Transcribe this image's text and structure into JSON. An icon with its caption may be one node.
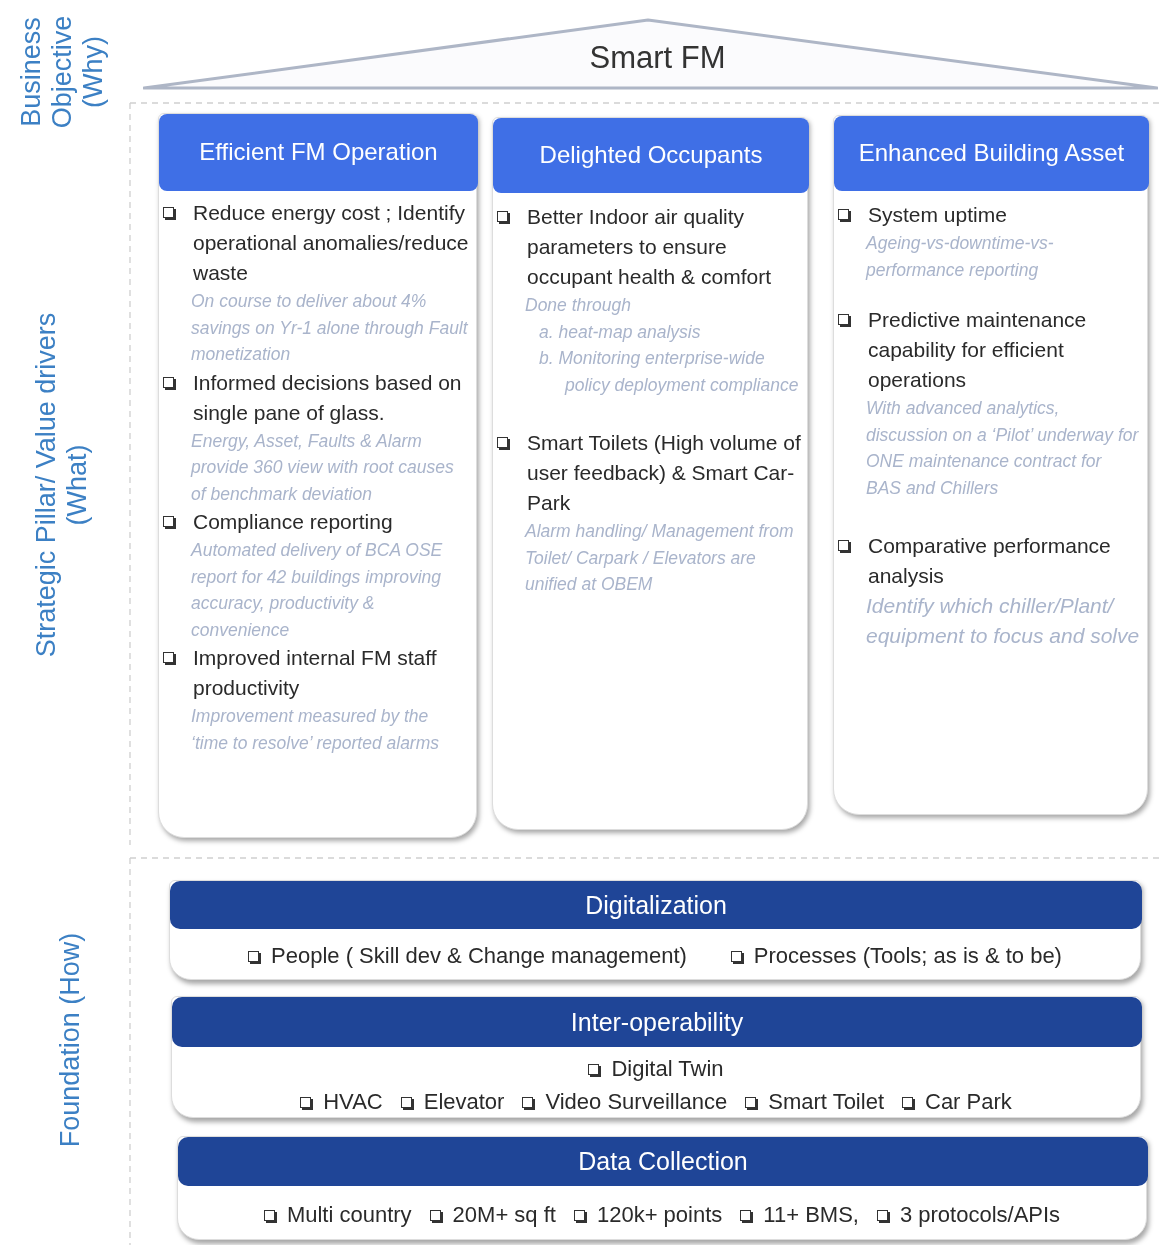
{
  "diagram": {
    "nodes": [
      {
        "text": [
          "Smart FM"
        ]
      },
      {
        "text": [
          "Reduce energy cost ; Identify operational anomalies/reduce waste",
          "On course to deliver about 4% savings on Yr-1 alone through Fault monetization",
          "Informed decisions based on single pane of glass.",
          "Energy, Asset, Faults & Alarm provide 360 view with root causes of benchmark deviation",
          "Compliance reporting",
          "Automated delivery of BCA OSE report for 42 buildings improving accuracy, productivity & convenience",
          "Improved internal FM staff productivity",
          "Improvement measured by the ‘time to resolve’ reported alarms"
        ]
      },
      {
        "text": [
          "Efficient FM Operation"
        ],
        "in": 1
      },
      {
        "text": [
          "Better Indoor air quality parameters to ensure occupant health & comfort",
          "Done through",
          "a. heat-map analysis",
          "b. Monitoring enterprise-wide policy deployment compliance",
          "Smart Toilets (High volume of user feedback) & Smart Car-Park",
          "Alarm handling/ Management from Toilet/ Carpark / Elevators are unified at OBEM"
        ]
      },
      {
        "text": [
          "Delighted Occupants"
        ],
        "in": 3
      },
      {
        "text": [
          "System uptime",
          "Ageing-vs-downtime-vs-performance reporting",
          "Predictive maintenance capability for efficient operations",
          "With advanced analytics, discussion on a ‘Pilot’ underway for ONE maintenance contract for BAS and Chillers",
          "Comparative performance analysis",
          "Identify which chiller/Plant/ equipment to focus and solve"
        ]
      },
      {
        "text": [
          "Enhanced Building Asset"
        ],
        "in": 5
      },
      {
        "text": [
          "People ( Skill dev & Change management)",
          "Processes (Tools; as is & to be)"
        ]
      },
      {
        "text": [
          "Digitalization"
        ],
        "in": 7
      },
      {
        "text": [
          "Digital Twin",
          "HVAC",
          "Elevator",
          "Video Surveillance",
          "Smart Toilet",
          "Car Park"
        ]
      },
      {
        "text": [
          "Inter-operability"
        ],
        "in": 9
      },
      {
        "text": [
          "Multi country",
          "20M+ sq ft",
          "120k+ points",
          "11+ BMS,",
          "3 protocols/APIs"
        ]
      },
      {
        "text": [
          "Data Collection"
        ],
        "in": 11
      }
    ],
    "labels": [
      "Business Objective (Why)",
      "Strategic Pillar/ Value drivers (What)",
      "Foundation (How)"
    ]
  }
}
